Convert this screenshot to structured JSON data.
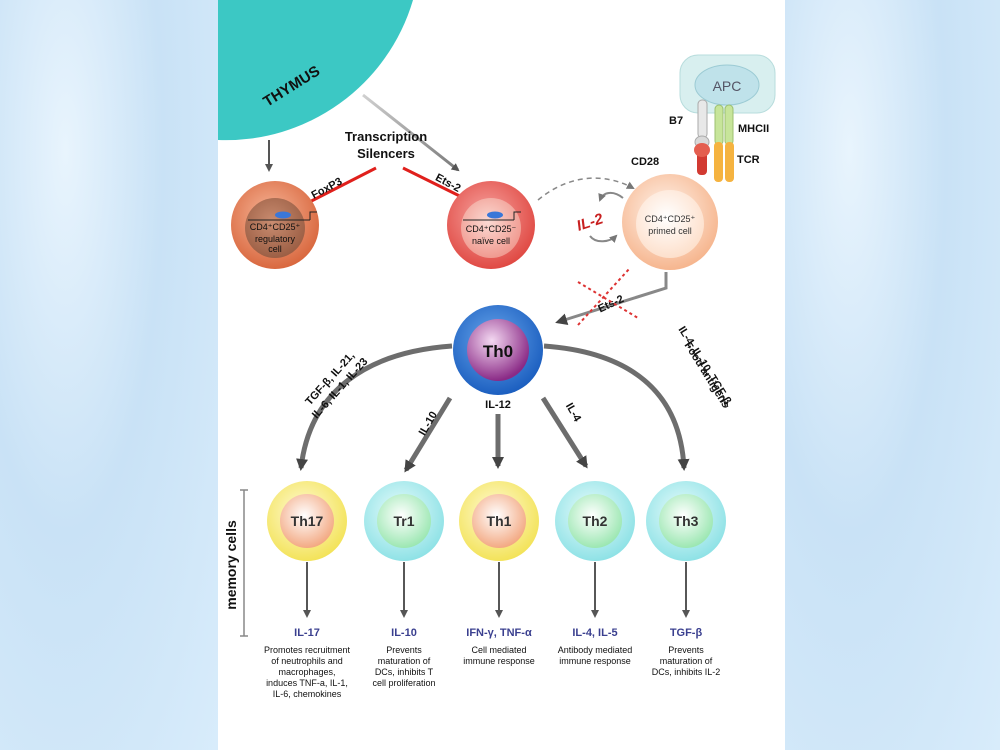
{
  "thymus": "THYMUS",
  "transcription_silencers": [
    "Transcription",
    "Silencers"
  ],
  "foxp3": "FoxP3",
  "ets2": "Ets-2",
  "ets2_blocked": "Ets-2",
  "regulatory_cell": [
    "CD4⁺CD25⁺",
    "regulatory",
    "cell"
  ],
  "naive_cell": [
    "CD4⁺CD25⁻",
    "naïve cell"
  ],
  "primed_cell": [
    "CD4⁺CD25⁺",
    "primed cell"
  ],
  "il2": "IL-2",
  "apc": "APC",
  "b7": "B7",
  "mhcii": "MHCII",
  "cd28": "CD28",
  "tcr": "TCR",
  "th0": "Th0",
  "il12": "IL-12",
  "left_cytokines": [
    "TGF-β, IL-21,",
    "IL-6, IL-1, IL-23"
  ],
  "il10_arrow": "IL-10",
  "il4_arrow": "IL-4",
  "right_cytokines": [
    "IL-4, IL-10, TGF-β,",
    "Food antigens"
  ],
  "memory_cells": "memory cells",
  "subsets": [
    {
      "name": "Th17",
      "product": "IL-17",
      "desc": [
        "Promotes recruitment",
        "of neutrophils and",
        "macrophages,",
        "induces TNF-a, IL-1,",
        "IL-6, chemokines"
      ]
    },
    {
      "name": "Tr1",
      "product": "IL-10",
      "desc": [
        "Prevents",
        "maturation of",
        "DCs, inhibits T",
        "cell proliferation"
      ]
    },
    {
      "name": "Th1",
      "product": "IFN-γ, TNF-α",
      "desc": [
        "Cell mediated",
        "immune response"
      ]
    },
    {
      "name": "Th2",
      "product": "IL-4, IL-5",
      "desc": [
        "Antibody mediated",
        "immune response"
      ]
    },
    {
      "name": "Th3",
      "product": "TGF-β",
      "desc": [
        "Prevents",
        "maturation of",
        "DCs, inhibits IL-2"
      ]
    }
  ],
  "colors": {
    "thymus": "#3cc8c4",
    "silencer": "#e0201c",
    "product_text": "#3a3f8f",
    "il2": "#c82020"
  }
}
